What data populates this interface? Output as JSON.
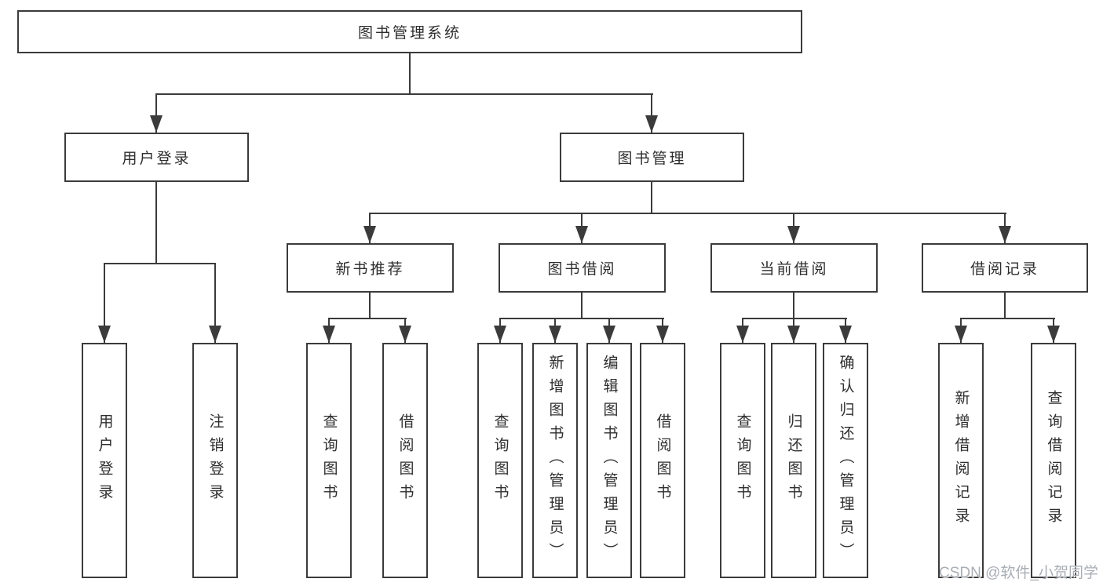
{
  "diagram_type": "hierarchy-tree",
  "colors": {
    "background": "#ffffff",
    "box_border": "#3b3b3b",
    "line": "#3b3b3b",
    "text": "#2e2e2e",
    "watermark": "#a9aeb5"
  },
  "icons": {
    "arrow_down": "css-triangle-down"
  },
  "nodes": {
    "root": "图书管理系统",
    "level2": {
      "user_login": "用户登录",
      "book_management": "图书管理"
    },
    "level3": {
      "new_book_recommend": "新书推荐",
      "book_borrow": "图书借阅",
      "current_borrow": "当前借阅",
      "borrow_records": "借阅记录"
    },
    "leaves": {
      "user_login": [
        "用户登录",
        "注销登录"
      ],
      "new_book_recommend": [
        "查询图书",
        "借阅图书"
      ],
      "book_borrow": [
        "查询图书",
        "新增图书（管理员）",
        "编辑图书（管理员）",
        "借阅图书"
      ],
      "current_borrow": [
        "查询图书",
        "归还图书",
        "确认归还（管理员）"
      ],
      "borrow_records": [
        "新增借阅记录",
        "查询借阅记录"
      ]
    }
  },
  "watermark": {
    "text": "CSDN @软件_小贺同学"
  }
}
